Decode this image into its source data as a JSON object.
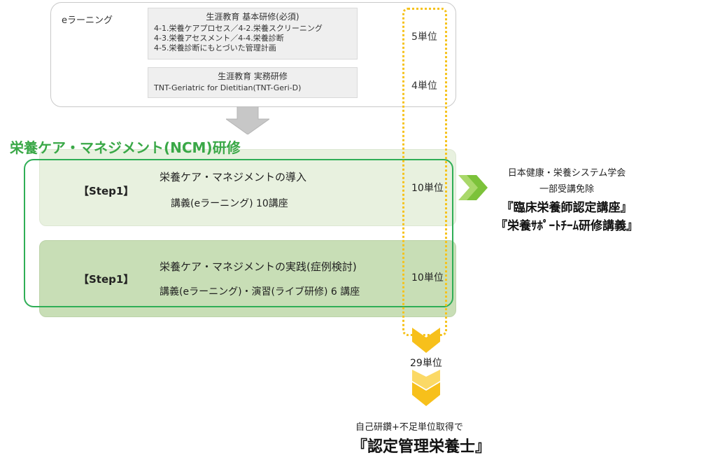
{
  "elearning": {
    "label": "eラーニング",
    "basic": {
      "title": "生涯教育 基本研修(必須)",
      "lines": [
        "4-1.栄養ケアプロセス／4-2.栄養スクリーニング",
        "4-3.栄養アセスメント／4-4.栄養診断",
        "4-5.栄養診断にもとづいた管理計画"
      ],
      "units": "5単位"
    },
    "practical": {
      "title": "生涯教育 実務研修",
      "line": "TNT-Geriatric for Dietitian(TNT-Geri-D)",
      "units": "4単位"
    }
  },
  "ncm": {
    "title": "栄養ケア・マネジメント(NCM)研修",
    "steps": [
      {
        "label": "【Step1】",
        "title": "栄養ケア・マネジメントの導入",
        "sub": "講義(eラーニング) 10講座",
        "units": "10単位"
      },
      {
        "label": "【Step1】",
        "title": "栄養ケア・マネジメントの実践(症例検討)",
        "sub": "講義(eラーニング)・演習(ライブ研修) 6 講座",
        "units": "10単位"
      }
    ]
  },
  "exemption": {
    "line1": "日本健康・栄養システム学会",
    "line2": "一部受講免除",
    "line3": "『臨床栄養師認定講座』",
    "line4": "『栄養ｻﾎﾟｰﾄﾁｰﾑ研修講義』"
  },
  "total_units": "29単位",
  "self_study": "自己研鑽+不足単位取得で",
  "certified": "『認定管理栄養士』",
  "colors": {
    "ncm_green": "#3aa847",
    "frame_green": "#2fae56",
    "step1_bg": "#e8f1df",
    "step2_bg": "#c8deb6",
    "dotted_yellow": "#f6c21a",
    "chevron_yellow": "#f7c01b",
    "chevron_green": "#8fcf3f",
    "arrow_gray": "#c7c7c7"
  }
}
